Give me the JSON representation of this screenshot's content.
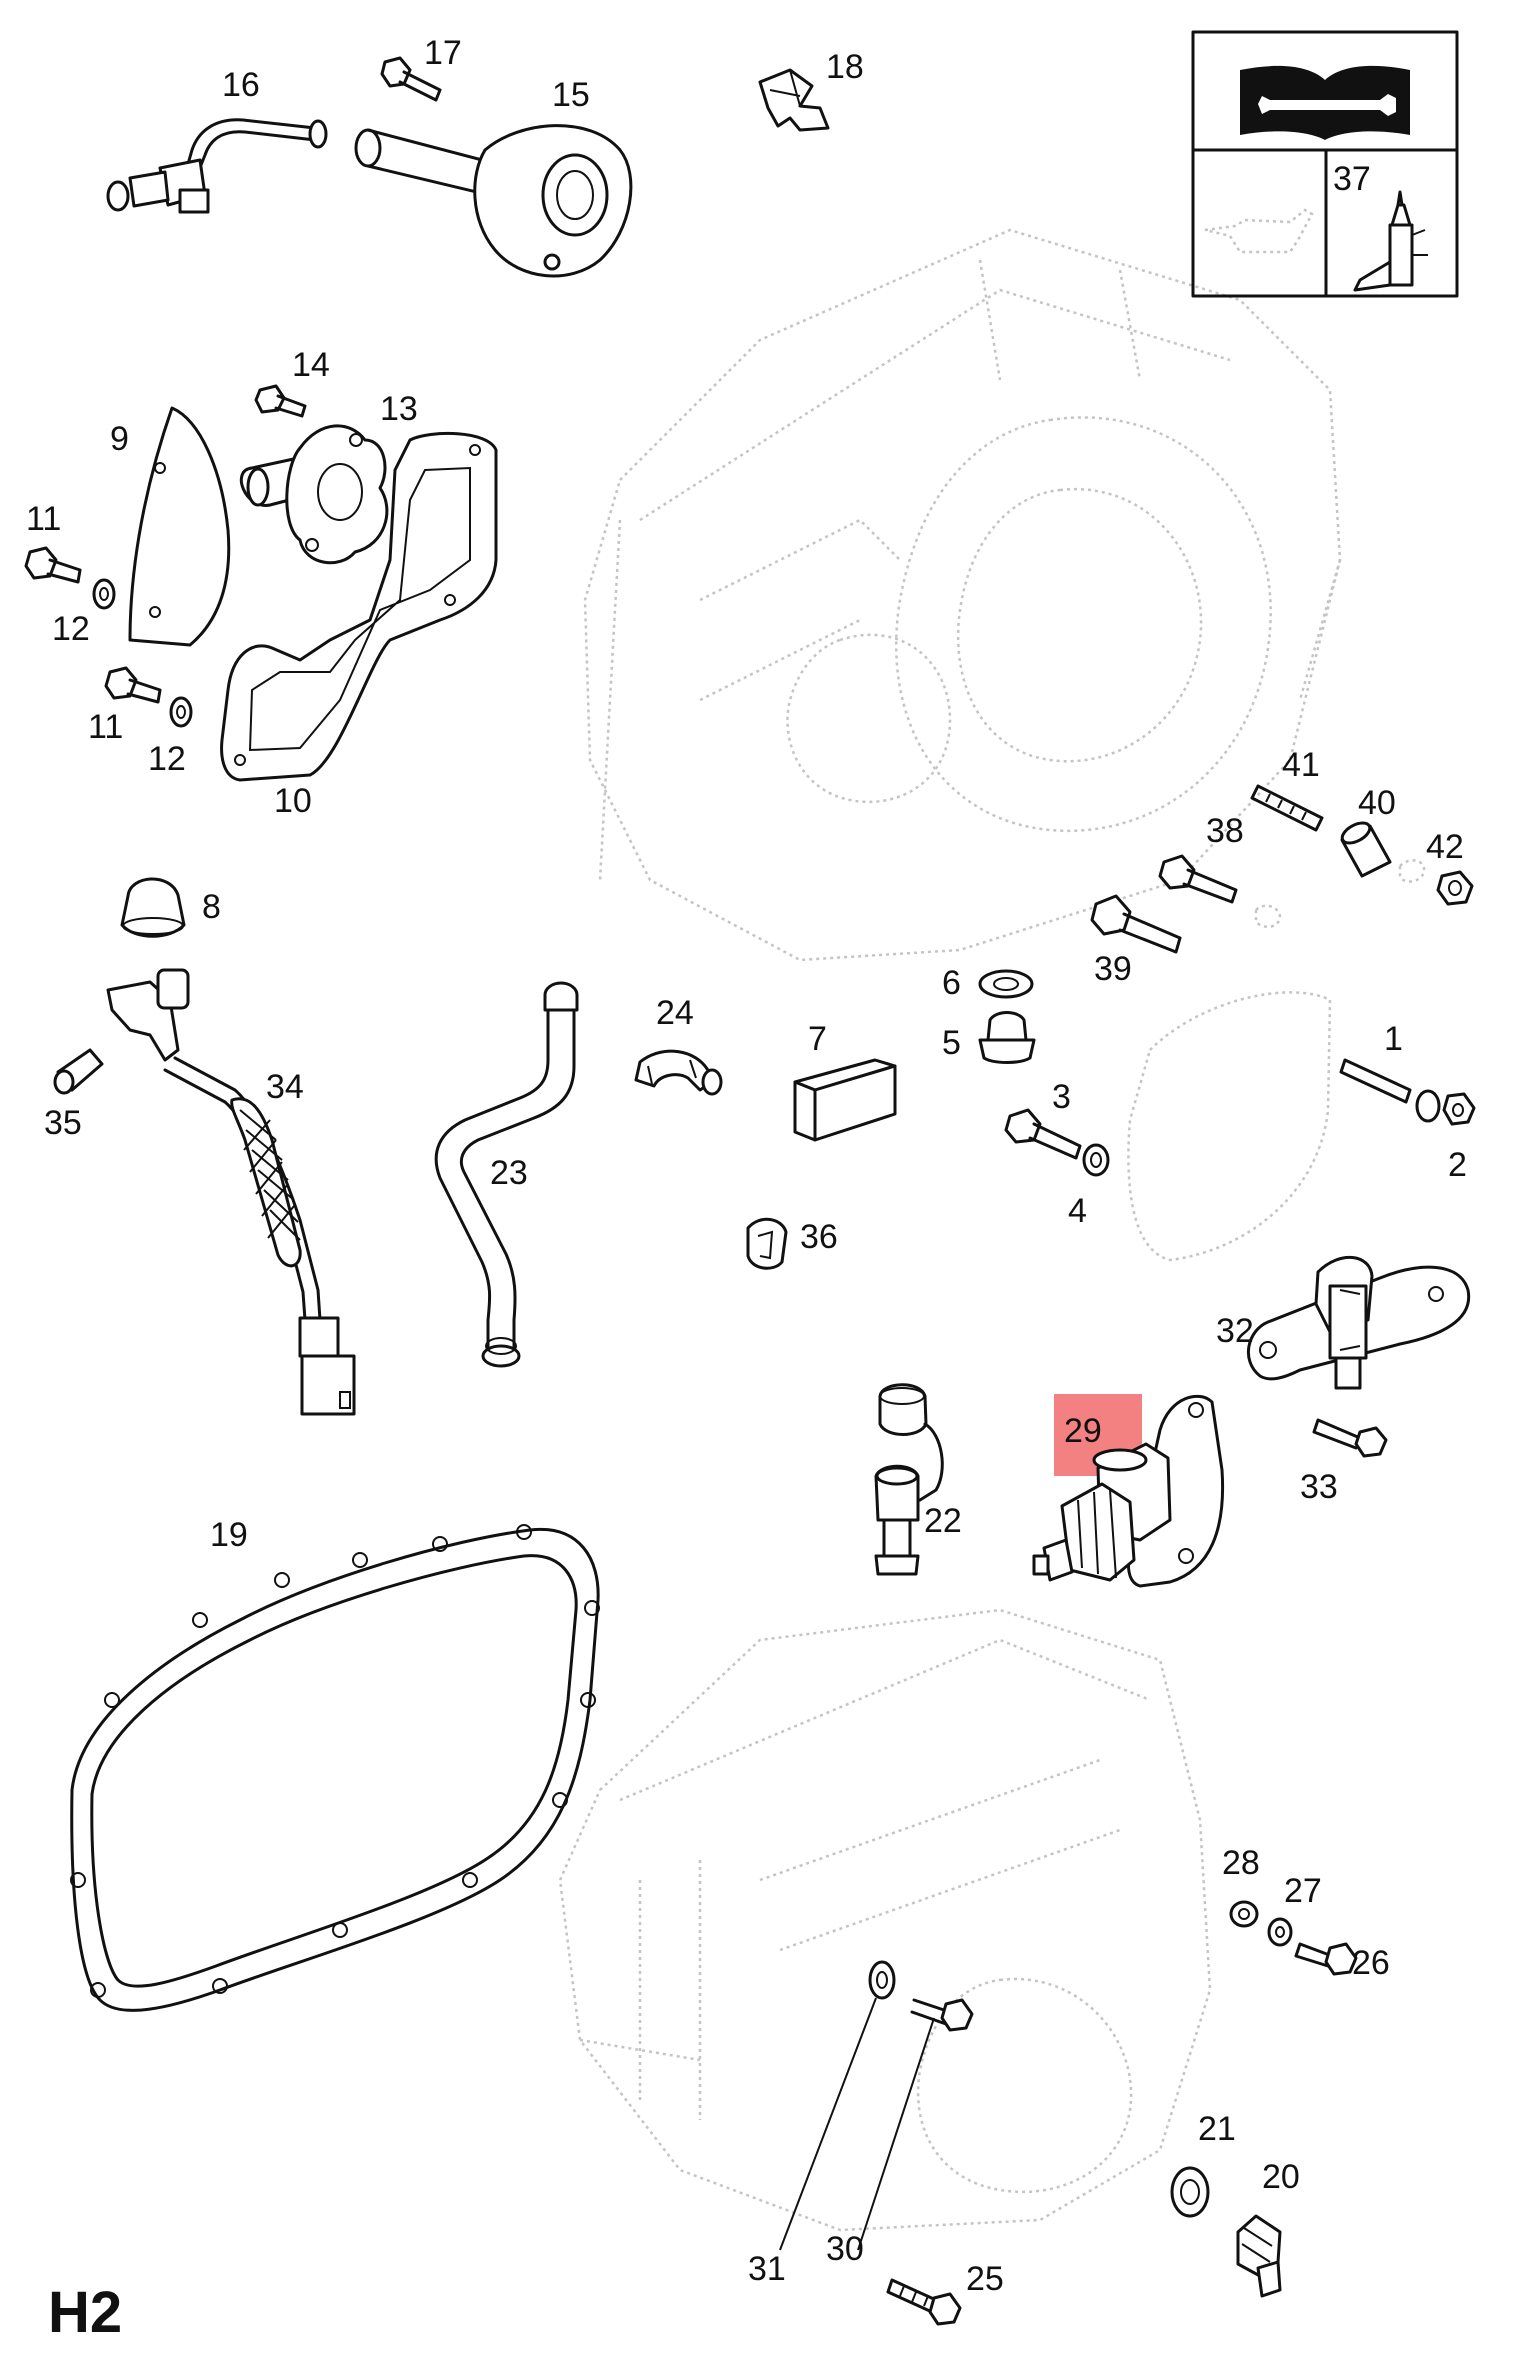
{
  "sheet_code": "H2",
  "highlight_color": "#f27a7a",
  "highlighted_part": "29",
  "legend_box": {
    "icon": "manual-wrench-icon",
    "tool_number": "37"
  },
  "parts": [
    {
      "id": "p1",
      "label": "1"
    },
    {
      "id": "p2",
      "label": "2"
    },
    {
      "id": "p3",
      "label": "3"
    },
    {
      "id": "p4",
      "label": "4"
    },
    {
      "id": "p5",
      "label": "5"
    },
    {
      "id": "p6",
      "label": "6"
    },
    {
      "id": "p7",
      "label": "7"
    },
    {
      "id": "p8",
      "label": "8"
    },
    {
      "id": "p9",
      "label": "9"
    },
    {
      "id": "p10",
      "label": "10"
    },
    {
      "id": "p11a",
      "label": "11"
    },
    {
      "id": "p11b",
      "label": "11"
    },
    {
      "id": "p12a",
      "label": "12"
    },
    {
      "id": "p12b",
      "label": "12"
    },
    {
      "id": "p13",
      "label": "13"
    },
    {
      "id": "p14",
      "label": "14"
    },
    {
      "id": "p15",
      "label": "15"
    },
    {
      "id": "p16",
      "label": "16"
    },
    {
      "id": "p17",
      "label": "17"
    },
    {
      "id": "p18",
      "label": "18"
    },
    {
      "id": "p19",
      "label": "19"
    },
    {
      "id": "p20",
      "label": "20"
    },
    {
      "id": "p21",
      "label": "21"
    },
    {
      "id": "p22",
      "label": "22"
    },
    {
      "id": "p23",
      "label": "23"
    },
    {
      "id": "p24",
      "label": "24"
    },
    {
      "id": "p25",
      "label": "25"
    },
    {
      "id": "p26",
      "label": "26"
    },
    {
      "id": "p27",
      "label": "27"
    },
    {
      "id": "p28",
      "label": "28"
    },
    {
      "id": "p29",
      "label": "29"
    },
    {
      "id": "p30",
      "label": "30"
    },
    {
      "id": "p31",
      "label": "31"
    },
    {
      "id": "p32",
      "label": "32"
    },
    {
      "id": "p33",
      "label": "33"
    },
    {
      "id": "p34",
      "label": "34"
    },
    {
      "id": "p35",
      "label": "35"
    },
    {
      "id": "p36",
      "label": "36"
    },
    {
      "id": "p38",
      "label": "38"
    },
    {
      "id": "p39",
      "label": "39"
    },
    {
      "id": "p40",
      "label": "40"
    },
    {
      "id": "p41",
      "label": "41"
    },
    {
      "id": "p42",
      "label": "42"
    }
  ]
}
